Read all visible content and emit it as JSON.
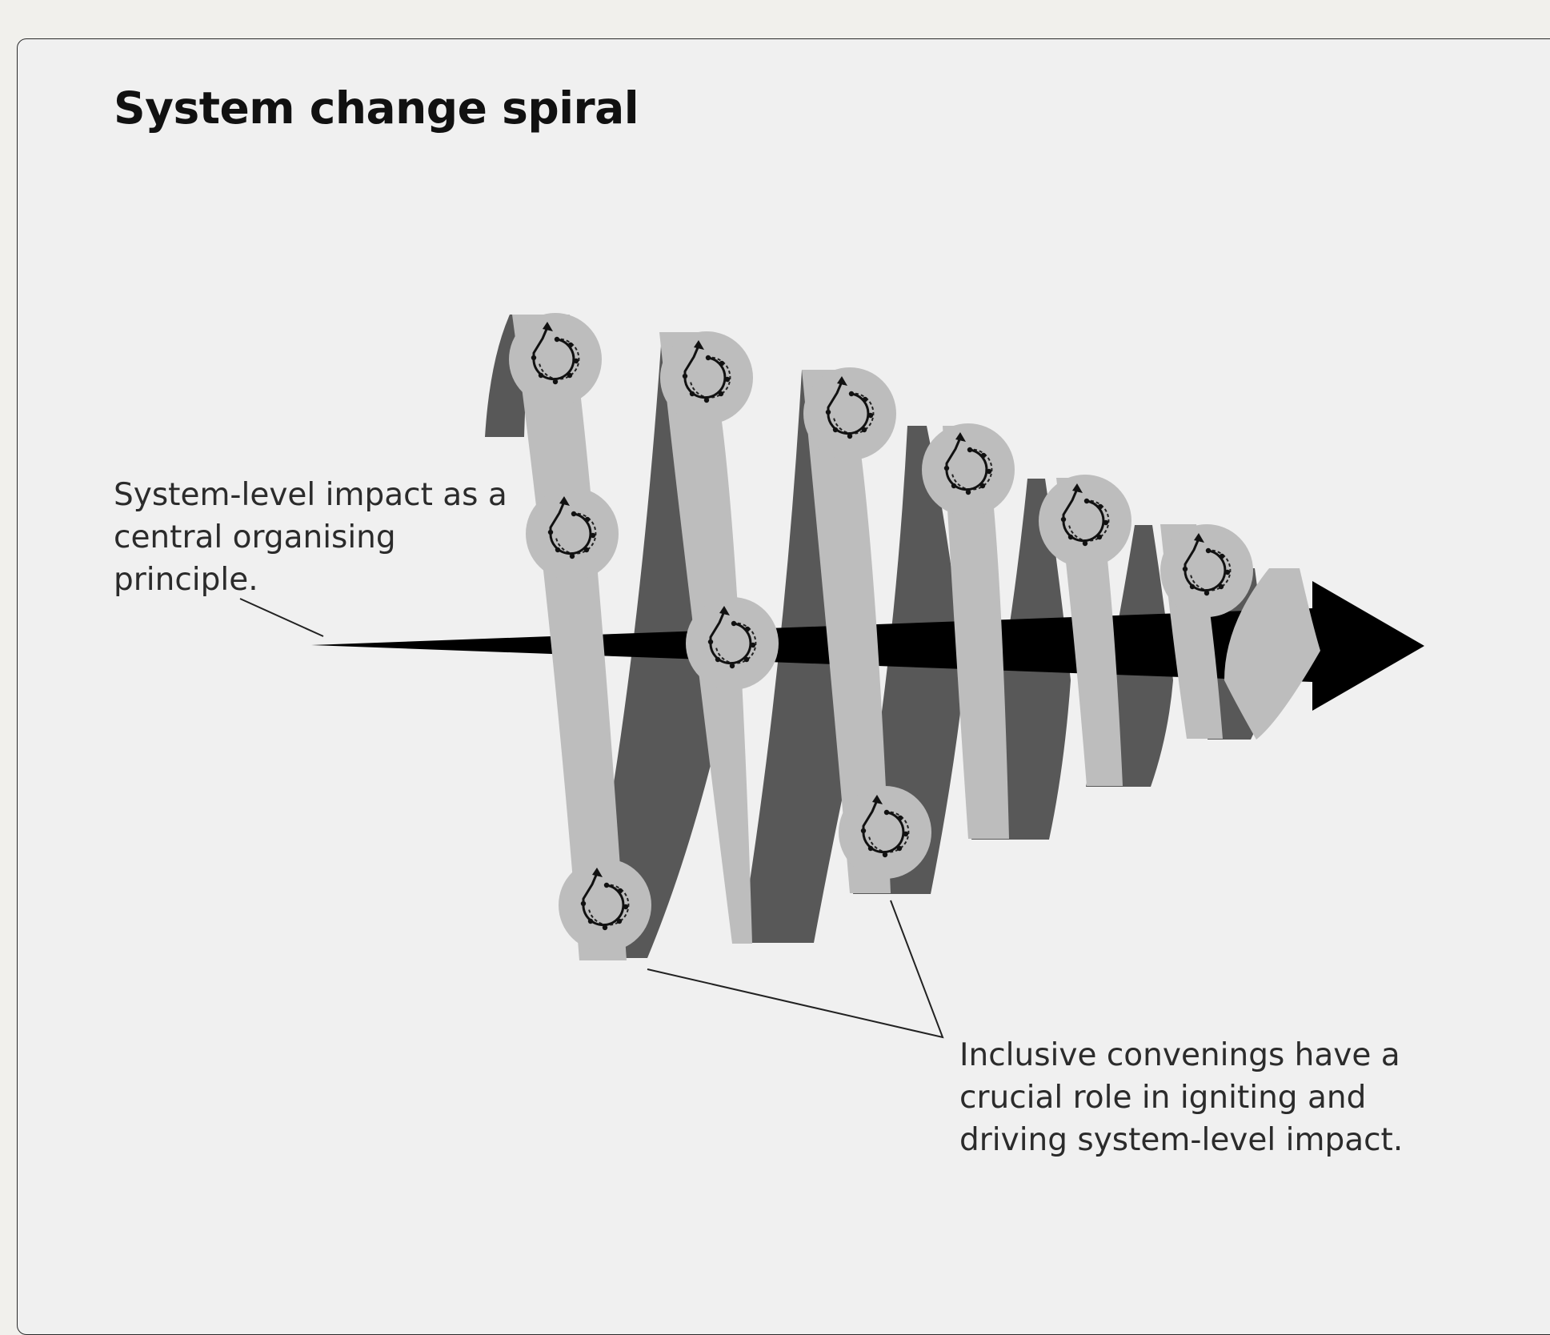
{
  "title": "System change spiral",
  "annotations": {
    "left": "System-level impact as a central organising principle.",
    "right": "Inclusive convenings have a crucial role in igniting and driving system-level impact."
  },
  "icons": {
    "loop": "cycle-loop-icon",
    "axis": "arrow-right-icon"
  },
  "colors": {
    "page_background": "#f1f0ec",
    "card_background": "#f0f0f0",
    "spiral_front": "#bdbdbd",
    "spiral_back": "#585858",
    "axis_arrow": "#000000",
    "text": "#2b2b2b"
  }
}
